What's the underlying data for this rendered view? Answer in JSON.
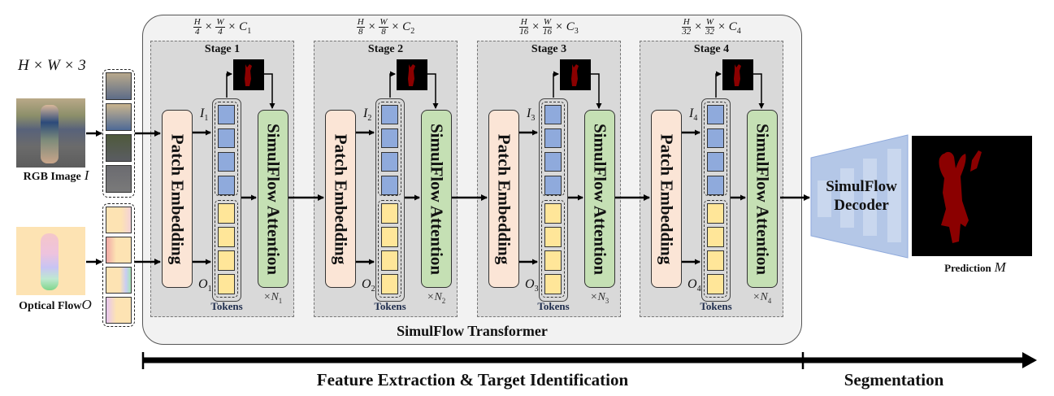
{
  "input": {
    "size_label": "H × W × 3",
    "rgb_label": "RGB Image",
    "rgb_symbol": "I",
    "flow_label": "Optical Flow",
    "flow_symbol": "O"
  },
  "transformer": {
    "title": "SimulFlow Transformer",
    "stages": [
      {
        "title": "Stage 1",
        "num_h": "H",
        "den_h": "4",
        "num_w": "W",
        "den_w": "4",
        "channel": "C",
        "channel_sub": "1",
        "img_token": "I",
        "flow_token": "O",
        "sub": "1",
        "repeat": "×N",
        "repeat_sub": "1"
      },
      {
        "title": "Stage 2",
        "num_h": "H",
        "den_h": "8",
        "num_w": "W",
        "den_w": "8",
        "channel": "C",
        "channel_sub": "2",
        "img_token": "I",
        "flow_token": "O",
        "sub": "2",
        "repeat": "×N",
        "repeat_sub": "2"
      },
      {
        "title": "Stage 3",
        "num_h": "H",
        "den_h": "16",
        "num_w": "W",
        "den_w": "16",
        "channel": "C",
        "channel_sub": "3",
        "img_token": "I",
        "flow_token": "O",
        "sub": "3",
        "repeat": "×N",
        "repeat_sub": "3"
      },
      {
        "title": "Stage 4",
        "num_h": "H",
        "den_h": "32",
        "num_w": "W",
        "den_w": "32",
        "channel": "C",
        "channel_sub": "4",
        "img_token": "I",
        "flow_token": "O",
        "sub": "4",
        "repeat": "×N",
        "repeat_sub": "4"
      }
    ],
    "patch_embedding_label": "Patch Embedding",
    "attention_label": "SimulFlow Attention",
    "tokens_label": "Tokens"
  },
  "decoder": {
    "line1": "SimulFlow",
    "line2": "Decoder"
  },
  "output": {
    "label": "Prediction",
    "symbol": "M"
  },
  "timeline": {
    "phase1": "Feature Extraction & Target Identification",
    "phase2": "Segmentation"
  },
  "colors": {
    "patch_embedding": "#fbe5d6",
    "attention": "#c5e0b4",
    "image_token": "#8faadc",
    "flow_token": "#ffe699",
    "decoder": "#b4c7e7",
    "mask": "#8b0000"
  }
}
